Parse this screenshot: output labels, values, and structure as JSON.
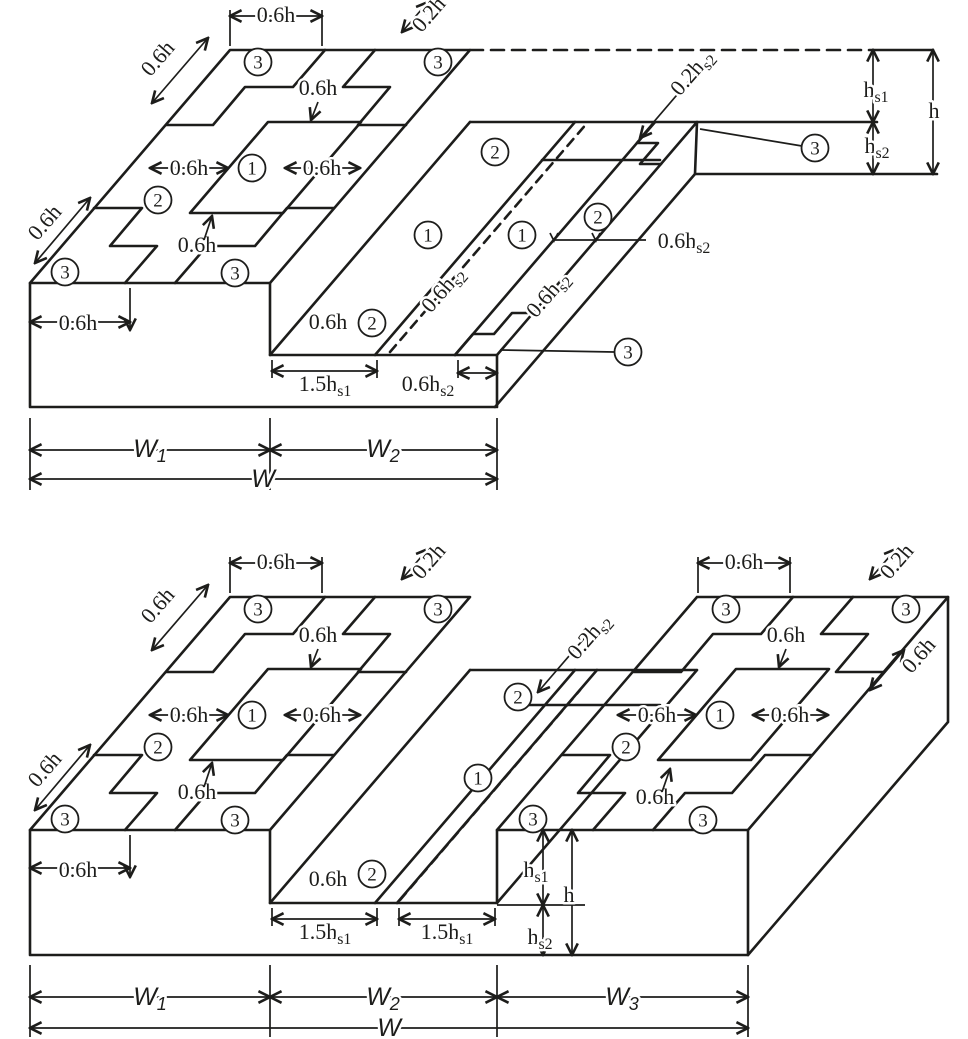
{
  "colors": {
    "line": "#1d1d1b",
    "background": "#ffffff"
  },
  "labels": {
    "edge_06h": "0.6h",
    "corner_02h": "0.2h",
    "strip_06hs2": "0.6h_s2",
    "strip_02hs2": "0.2h_s2",
    "step_15hs1": "1.5h_s1",
    "height_hs1": "h_s1",
    "height_hs2": "h_s2",
    "height_h": "h",
    "width_w1": "W_1",
    "width_w2": "W_2",
    "width_w3": "W_3",
    "width_w": "W",
    "zone1": "1",
    "zone2": "2",
    "zone3": "3"
  }
}
